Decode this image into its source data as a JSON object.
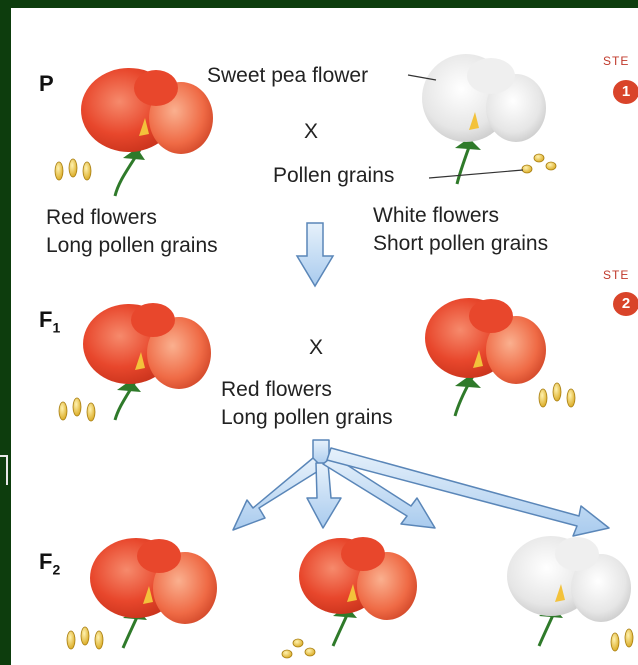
{
  "generations": {
    "p": "P",
    "f1_base": "F",
    "f1_sub": "1",
    "f2_base": "F",
    "f2_sub": "2"
  },
  "labels": {
    "sweet_pea_flower": "Sweet pea flower",
    "pollen_grains": "Pollen grains",
    "cross_symbol": "X",
    "p_red_1": "Red flowers",
    "p_red_2": "Long pollen grains",
    "p_white_1": "White flowers",
    "p_white_2": "Short pollen grains",
    "f1_1": "Red flowers",
    "f1_2": "Long pollen grains"
  },
  "steps": [
    {
      "label": "STE",
      "number": "1"
    },
    {
      "label": "STE",
      "number": "2"
    }
  ],
  "colors": {
    "red_flower": "#e8472c",
    "red_flower_light": "#f4876a",
    "white_flower": "#e9e9e9",
    "pollen": "#e2b62a",
    "arrow_fill": "#bcd8f2",
    "arrow_stroke": "#5a86b8",
    "stem": "#2f7a2a"
  }
}
